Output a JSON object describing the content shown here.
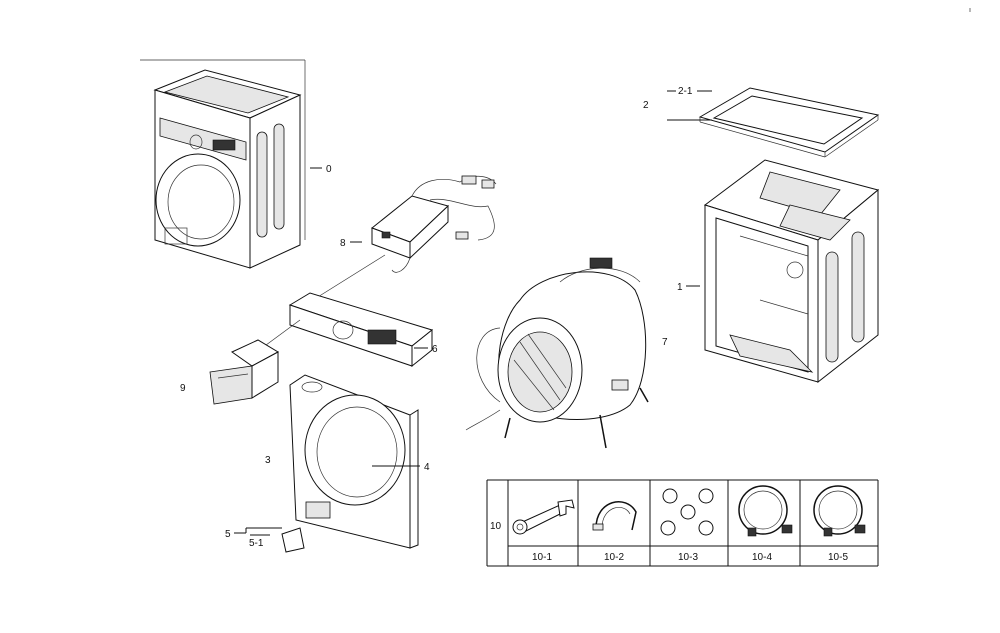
{
  "parts": [
    {
      "id": "p0",
      "label": "0"
    },
    {
      "id": "p1",
      "label": "1"
    },
    {
      "id": "p2",
      "label": "2"
    },
    {
      "id": "p21",
      "label": "2-1"
    },
    {
      "id": "p3",
      "label": "3"
    },
    {
      "id": "p4",
      "label": "4"
    },
    {
      "id": "p5",
      "label": "5"
    },
    {
      "id": "p51",
      "label": "5-1"
    },
    {
      "id": "p6",
      "label": "6"
    },
    {
      "id": "p7",
      "label": "7"
    },
    {
      "id": "p8",
      "label": "8"
    },
    {
      "id": "p9",
      "label": "9"
    }
  ],
  "accessories": {
    "group_label": "10",
    "items": [
      {
        "label": "10-1"
      },
      {
        "label": "10-2"
      },
      {
        "label": "10-3"
      },
      {
        "label": "10-4"
      },
      {
        "label": "10-5"
      }
    ]
  }
}
